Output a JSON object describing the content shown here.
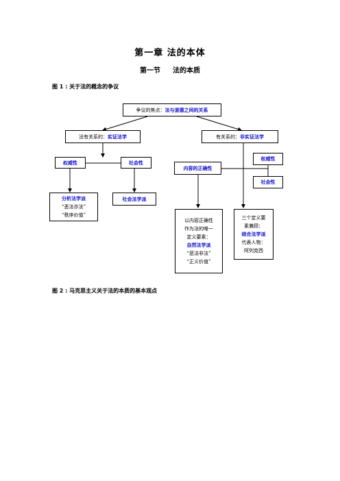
{
  "chapter_title": "第一章  法的本体",
  "section": {
    "number": "第一节",
    "title": "法的本质"
  },
  "figure1_caption": "图 1 : 关于法的概念的争议",
  "figure2_caption": "图 2 : 马克思主义关于法的本质的基本观点",
  "diagram": {
    "root": {
      "prefix": "争议的焦点：",
      "highlight": "法与道德之间的关系"
    },
    "left_branch": {
      "prefix": "没有关系的：",
      "highlight": "实证法学"
    },
    "right_branch": {
      "prefix": "有关系的：",
      "highlight": "非实证法学"
    },
    "left_authority": "权威性",
    "left_social": "社会性",
    "analytical": {
      "name": "分析法学派",
      "line1": "“恶法亦法”",
      "line2": "“秩序价值”"
    },
    "sociological": "社会法学派",
    "content_correctness": "内容的正确性",
    "right_authority": "权威性",
    "right_social": "社会性",
    "natural_law": {
      "line1": "以内容正确性",
      "line2": "作为法的唯一",
      "line3": "定义要素：",
      "name": "自然法学派",
      "line5": "“恶法非法”",
      "line6": "“正义价值”"
    },
    "integrative": {
      "line1": "三个定义要",
      "line2": "素兼顾：",
      "name": "综合法学派",
      "line4": "代表人物：",
      "line5": "阿列克西"
    }
  }
}
